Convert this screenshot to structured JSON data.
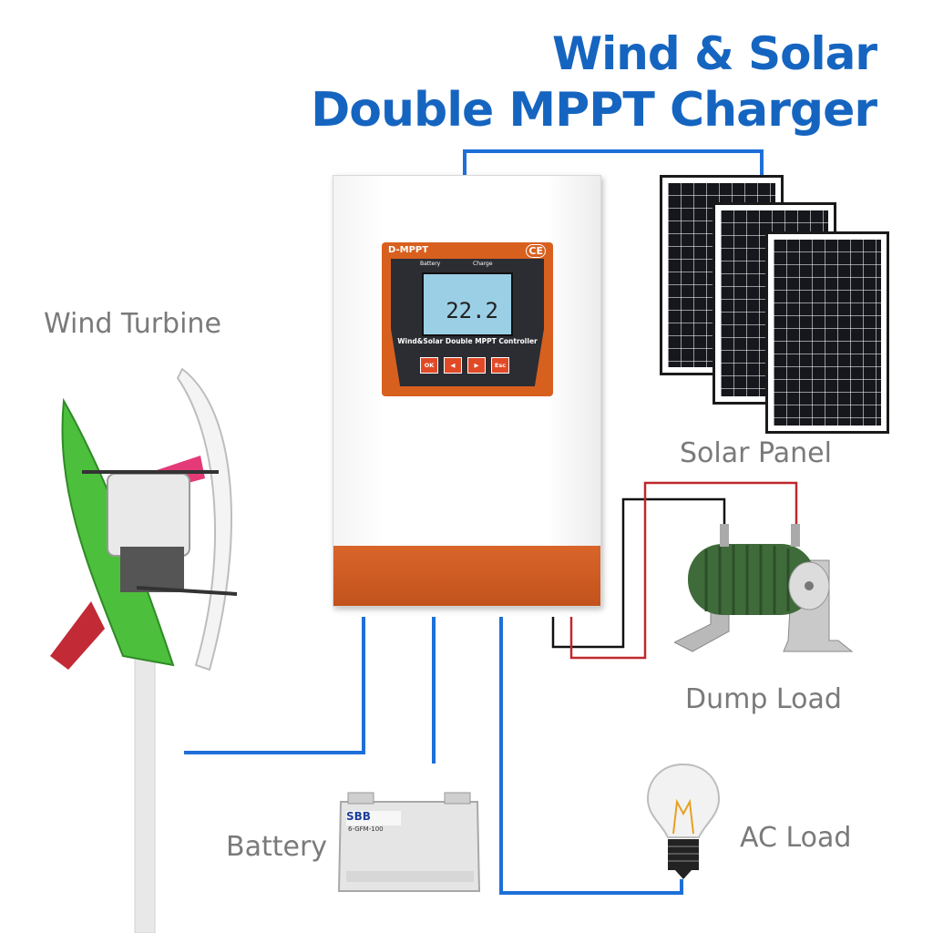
{
  "title": {
    "line1": "Wind & Solar",
    "line2": "Double MPPT Charger"
  },
  "labels": {
    "wind_turbine": "Wind Turbine",
    "solar_panel": "Solar Panel",
    "dump_load": "Dump Load",
    "battery": "Battery",
    "ac_load": "AC Load"
  },
  "controller": {
    "brand": "D-MPPT",
    "ce_mark": "CE",
    "battery_label": "Battery",
    "charge_label": "Charge",
    "lcd_value": "22.2",
    "name": "Wind&Solar Double MPPT Controller",
    "buttons": [
      "OK",
      "◀",
      "▶",
      "Esc"
    ]
  },
  "battery": {
    "brand": "SBB",
    "model": "6-GFM-100"
  },
  "colors": {
    "title_blue": "#1565c0",
    "wire_blue": "#1e6fd9",
    "controller_orange": "#c9571f",
    "label_gray": "#7a7a7a",
    "wire_red": "#c0282d",
    "wire_black": "#111111"
  }
}
